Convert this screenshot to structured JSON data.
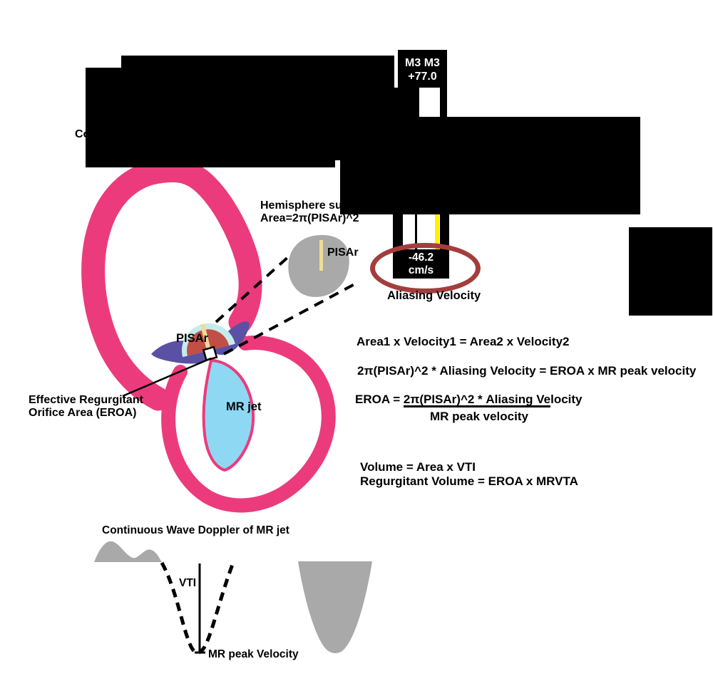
{
  "partial_caption": {
    "text": "Co"
  },
  "echo_panel": {
    "header_line1": "M3 M3",
    "header_line2": "+77.0",
    "velocity_value": "-46.2",
    "velocity_unit": "cm/s",
    "aliasing_label": "Aliasing Velocity"
  },
  "hemisphere_note": {
    "line1": "Hemisphere su",
    "line2": "Area=2π(PISAr)^2"
  },
  "zoom_inset": {
    "pisar_label": "PISAr"
  },
  "heart": {
    "pisar_label": "PISAr",
    "mr_jet_label": "MR jet",
    "eroa_line1": "Effective Regurgitant",
    "eroa_line2": "Orifice Area (EROA)"
  },
  "formulas": {
    "continuity": "Area1 x Velocity1 = Area2 x Velocity2",
    "pisa_equation": "2π(PISAr)^2 * Aliasing Velocity = EROA x MR peak velocity",
    "eroa_lhs": "EROA = ",
    "eroa_numerator_underlined": "2π(PISAr)^2 * Aliasing Ve",
    "eroa_numerator_rest": "locity",
    "eroa_denominator": "MR peak velocity",
    "volume": "Volume = Area x VTI",
    "regurgitant_volume": "Regurgitant Volume = EROA x MRVTA"
  },
  "cw_doppler": {
    "title": "Continuous Wave Doppler of MR jet",
    "vti_label": "VTI",
    "peak_label": "MR peak Velocity"
  },
  "colors": {
    "background": "#FFFFFF",
    "redaction_black": "#000000",
    "heart_pink": "#EC3B7C",
    "valve_purple": "#5A51A5",
    "shell_cyan": "#C5ECEC",
    "pisa_hemisphere_red": "#C14F46",
    "radius_line_yellow": "#EFDC96",
    "doppler_cursor_yellow": "#FFF100",
    "mr_jet_blue": "#8FD8F4",
    "inset_gray": "#A9A9A9",
    "annotation_ellipse_red": "#A43D3D",
    "panel_text_white": "#FFFFFF",
    "label_text_black": "#000000"
  }
}
